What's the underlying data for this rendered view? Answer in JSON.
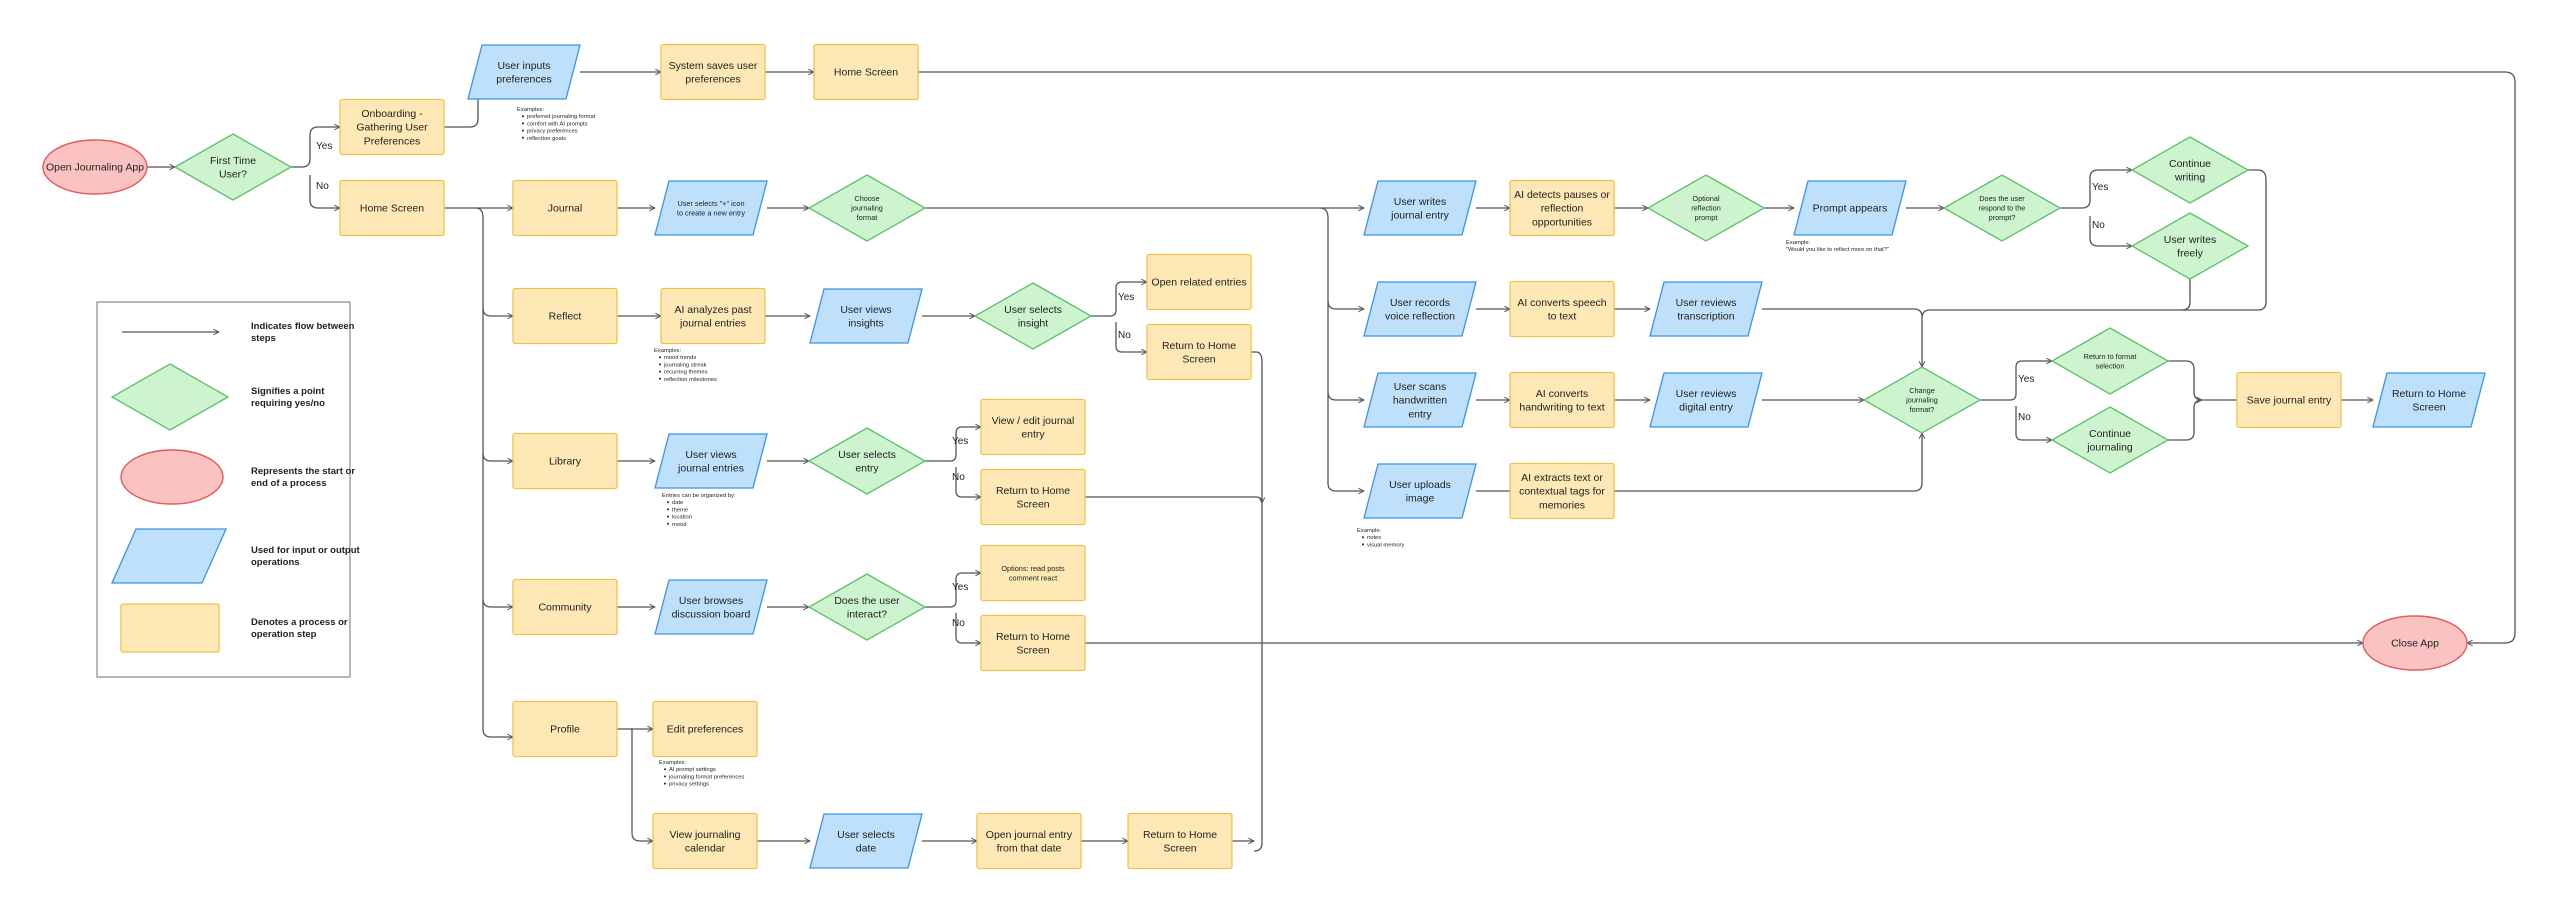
{
  "colors": {
    "process_fill": "#fde8b6",
    "process_stroke": "#f0c24b",
    "io_fill": "#bfe0fb",
    "io_stroke": "#3a93e6",
    "decision_fill": "#cdf3cf",
    "decision_stroke": "#5cc069",
    "terminal_fill": "#fbc2c2",
    "terminal_stroke": "#e45a5a",
    "line": "#555555",
    "text": "#1f1f1f"
  },
  "nodes": [
    {
      "id": "open_app",
      "type": "terminal",
      "label": "Open Journaling App"
    },
    {
      "id": "first_time",
      "type": "decision",
      "label": "First Time User?"
    },
    {
      "id": "onboarding",
      "type": "process",
      "label": "Onboarding - Gathering User Preferences"
    },
    {
      "id": "home1",
      "type": "process",
      "label": "Home Screen"
    },
    {
      "id": "user_inputs_prefs",
      "type": "io",
      "label": "User inputs preferences"
    },
    {
      "id": "system_saves",
      "type": "process",
      "label": "System saves user preferences"
    },
    {
      "id": "home_top",
      "type": "process",
      "label": "Home Screen"
    },
    {
      "id": "journal",
      "type": "process",
      "label": "Journal"
    },
    {
      "id": "selects_plus",
      "type": "io",
      "label": "User selects \"+\" icon to create a new entry",
      "size": "tiny"
    },
    {
      "id": "choose_format",
      "type": "decision",
      "label": "Choose journaling format",
      "size": "tiny"
    },
    {
      "id": "reflect",
      "type": "process",
      "label": "Reflect"
    },
    {
      "id": "ai_analyzes",
      "type": "process",
      "label": "AI analyzes past journal entries"
    },
    {
      "id": "views_insights",
      "type": "io",
      "label": "User views insights"
    },
    {
      "id": "selects_insight",
      "type": "decision",
      "label": "User selects insight"
    },
    {
      "id": "open_related",
      "type": "process",
      "label": "Open related entries"
    },
    {
      "id": "return_reflect",
      "type": "process",
      "label": "Return to Home Screen"
    },
    {
      "id": "library",
      "type": "process",
      "label": "Library"
    },
    {
      "id": "views_entries",
      "type": "io",
      "label": "User views journal entries"
    },
    {
      "id": "selects_entry",
      "type": "decision",
      "label": "User selects entry"
    },
    {
      "id": "view_edit",
      "type": "process",
      "label": "View / edit journal entry"
    },
    {
      "id": "return_library",
      "type": "process",
      "label": "Return to Home Screen"
    },
    {
      "id": "community",
      "type": "process",
      "label": "Community"
    },
    {
      "id": "browses_board",
      "type": "io",
      "label": "User browses discussion board"
    },
    {
      "id": "interact",
      "type": "decision",
      "label": "Does the user interact?"
    },
    {
      "id": "options",
      "type": "process",
      "label": "Options: read posts comment react",
      "size": "tiny"
    },
    {
      "id": "return_community",
      "type": "process",
      "label": "Return to Home Screen"
    },
    {
      "id": "profile",
      "type": "process",
      "label": "Profile"
    },
    {
      "id": "edit_prefs",
      "type": "process",
      "label": "Edit preferences"
    },
    {
      "id": "view_calendar",
      "type": "process",
      "label": "View journaling calendar"
    },
    {
      "id": "selects_date",
      "type": "io",
      "label": "User selects date"
    },
    {
      "id": "open_from_date",
      "type": "process",
      "label": "Open journal entry from that date"
    },
    {
      "id": "return_profile",
      "type": "process",
      "label": "Return to Home Screen"
    },
    {
      "id": "writes_entry",
      "type": "io",
      "label": "User writes journal entry"
    },
    {
      "id": "detects_pauses",
      "type": "process",
      "label": "AI detects pauses or reflection opportunities"
    },
    {
      "id": "optional_prompt",
      "type": "decision",
      "label": "Optional reflection prompt",
      "size": "tiny"
    },
    {
      "id": "prompt_appears",
      "type": "io",
      "label": "Prompt appears"
    },
    {
      "id": "respond_prompt",
      "type": "decision",
      "label": "Does the user respond to the prompt?",
      "size": "tiny"
    },
    {
      "id": "continue_writing",
      "type": "decision",
      "label": "Continue writing"
    },
    {
      "id": "writes_freely",
      "type": "decision",
      "label": "User writes freely"
    },
    {
      "id": "records_voice",
      "type": "io",
      "label": "User records voice reflection"
    },
    {
      "id": "speech_to_text",
      "type": "process",
      "label": "AI converts speech to text"
    },
    {
      "id": "reviews_transcription",
      "type": "io",
      "label": "User reviews transcription"
    },
    {
      "id": "scans_handwritten",
      "type": "io",
      "label": "User scans handwritten entry"
    },
    {
      "id": "handwriting_text",
      "type": "process",
      "label": "AI converts handwriting to text"
    },
    {
      "id": "reviews_digital",
      "type": "io",
      "label": "User reviews digital entry"
    },
    {
      "id": "uploads_image",
      "type": "io",
      "label": "User uploads image"
    },
    {
      "id": "extracts_tags",
      "type": "process",
      "label": "AI extracts text or contextual tags for memories"
    },
    {
      "id": "change_format",
      "type": "decision",
      "label": "Change journaling format?",
      "size": "tiny"
    },
    {
      "id": "return_format",
      "type": "decision",
      "label": "Return to format selection",
      "size": "tiny"
    },
    {
      "id": "continue_journaling",
      "type": "decision",
      "label": "Continue journaling"
    },
    {
      "id": "save_entry",
      "type": "process",
      "label": "Save journal entry"
    },
    {
      "id": "return_final",
      "type": "io",
      "label": "Return to Home Screen"
    },
    {
      "id": "close_app",
      "type": "terminal",
      "label": "Close App"
    }
  ],
  "edge_labels": [
    {
      "id": "yes_first",
      "text": "Yes"
    },
    {
      "id": "no_first",
      "text": "No"
    },
    {
      "id": "yes_insight",
      "text": "Yes"
    },
    {
      "id": "no_insight",
      "text": "No"
    },
    {
      "id": "yes_entry",
      "text": "Yes"
    },
    {
      "id": "no_entry",
      "text": "No"
    },
    {
      "id": "yes_interact",
      "text": "Yes"
    },
    {
      "id": "no_interact",
      "text": "No"
    },
    {
      "id": "yes_prompt",
      "text": "Yes"
    },
    {
      "id": "no_prompt",
      "text": "No"
    },
    {
      "id": "yes_change",
      "text": "Yes"
    },
    {
      "id": "no_change",
      "text": "No"
    }
  ],
  "notes": [
    {
      "id": "note_prefs",
      "lines": [
        "Examples:",
        "preferred journaling format",
        "comfort with AI prompts",
        "privacy preferences",
        "reflection goals"
      ]
    },
    {
      "id": "note_reflect",
      "lines": [
        "Examples:",
        "mood trends",
        "journaling streak",
        "recurring themes",
        "reflection milestones"
      ]
    },
    {
      "id": "note_library",
      "lines": [
        "Entries can be organized by:",
        "date",
        "theme",
        "location",
        "mood"
      ]
    },
    {
      "id": "note_profile",
      "lines": [
        "Examples:",
        "AI prompt settings",
        "journaling format preferences",
        "privacy settings"
      ]
    },
    {
      "id": "note_prompt",
      "lines": [
        "Example:",
        "\"Would you like to reflect more on that?\""
      ]
    },
    {
      "id": "note_image",
      "lines": [
        "Example:",
        "notes",
        "visual memory"
      ]
    }
  ],
  "legend": [
    {
      "shape": "arrow",
      "label": "Indicates flow between steps"
    },
    {
      "shape": "decision",
      "label": "Signifies a point requiring yes/no"
    },
    {
      "shape": "terminal",
      "label": "Represents the start or end of a process"
    },
    {
      "shape": "io",
      "label": "Used for input or output operations"
    },
    {
      "shape": "process",
      "label": "Denotes a process or operation step"
    }
  ]
}
